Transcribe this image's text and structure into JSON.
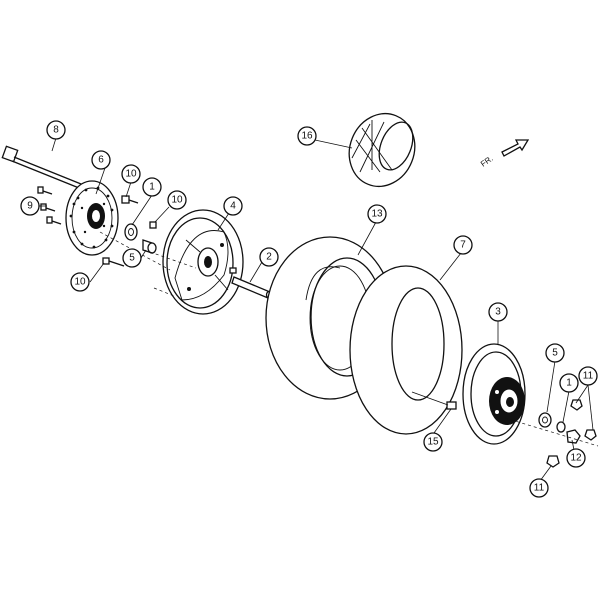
{
  "diagram": {
    "direction_label": "FR.",
    "callouts": {
      "c1a": "1",
      "c1b": "1",
      "c2": "2",
      "c3": "3",
      "c4": "4",
      "c5a": "5",
      "c5b": "5",
      "c6": "6",
      "c7": "7",
      "c8": "8",
      "c9": "9",
      "c10a": "10",
      "c10b": "10",
      "c10c": "10",
      "c11a": "11",
      "c11b": "11",
      "c12": "12",
      "c13": "13",
      "c15": "15",
      "c16": "16"
    }
  }
}
